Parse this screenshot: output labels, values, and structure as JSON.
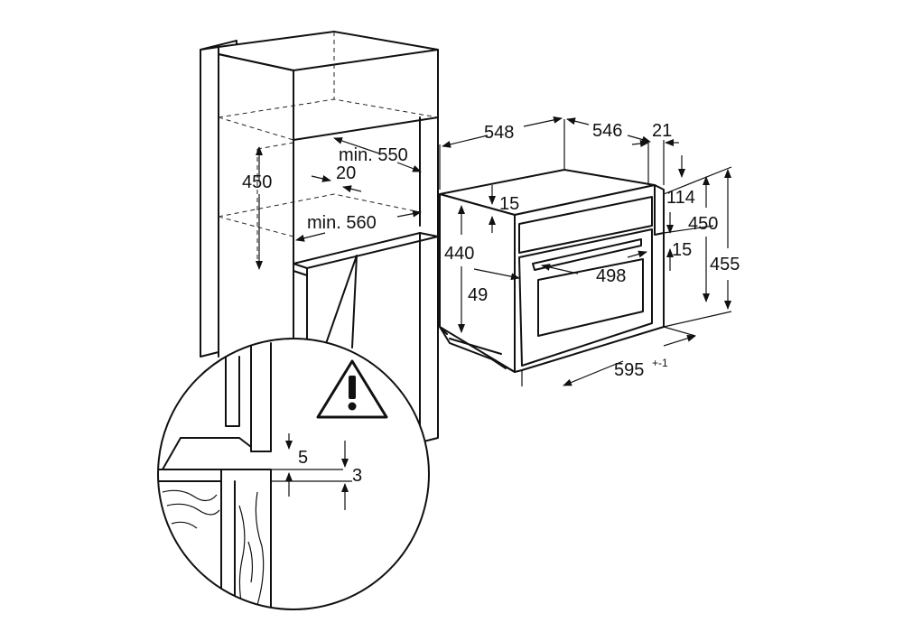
{
  "dimensions": {
    "niche_height": "450",
    "niche_depth_min": "min. 550",
    "niche_offset": "20",
    "niche_width_min": "min. 560",
    "oven_depth": "548",
    "oven_body_depth": "546",
    "front_thickness": "21",
    "top_offset": "15",
    "body_height": "440",
    "panel_height": "114",
    "front_height": "450",
    "total_height": "455",
    "panel_gap": "15",
    "handle_width": "498",
    "handle_offset": "49",
    "front_width": "595",
    "front_width_tolerance": "+-1",
    "detail_gap": "5",
    "detail_clearance": "3"
  }
}
